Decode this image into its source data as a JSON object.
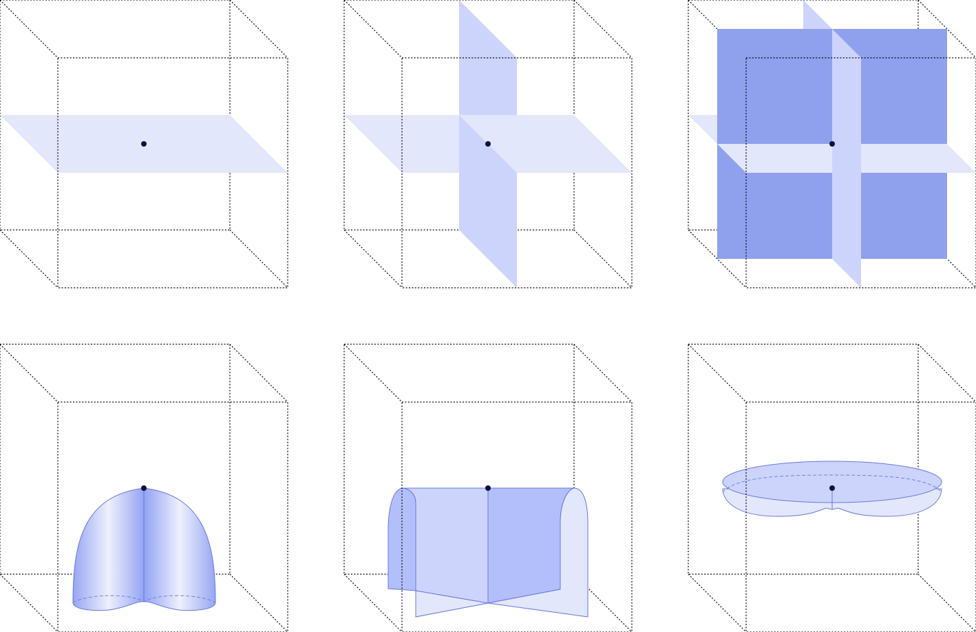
{
  "colors": {
    "background": "#ffffff",
    "box_edge": "#000000",
    "plane_light": "#e3e7fb",
    "plane_mid": "#ccd4fb",
    "plane_dark": "#8fa0ed",
    "surface_mid": "#b3bffa",
    "surface_edge": "#6677dd",
    "point": "#0a0f45"
  },
  "panels": [
    {
      "id": "one-horizontal-plane",
      "shape": "1 horizontal plane through point"
    },
    {
      "id": "two-perpendicular-planes",
      "shape": "horizontal plane + vertical plane through point"
    },
    {
      "id": "three-perpendicular-planes",
      "shape": "three mutually perpendicular planes through point"
    },
    {
      "id": "dome-surface",
      "shape": "dome-shaped surface below point"
    },
    {
      "id": "folded-sheet-surface",
      "shape": "folded sheet hanging below point"
    },
    {
      "id": "flat-disc-surface",
      "shape": "flattened disc around point"
    }
  ]
}
